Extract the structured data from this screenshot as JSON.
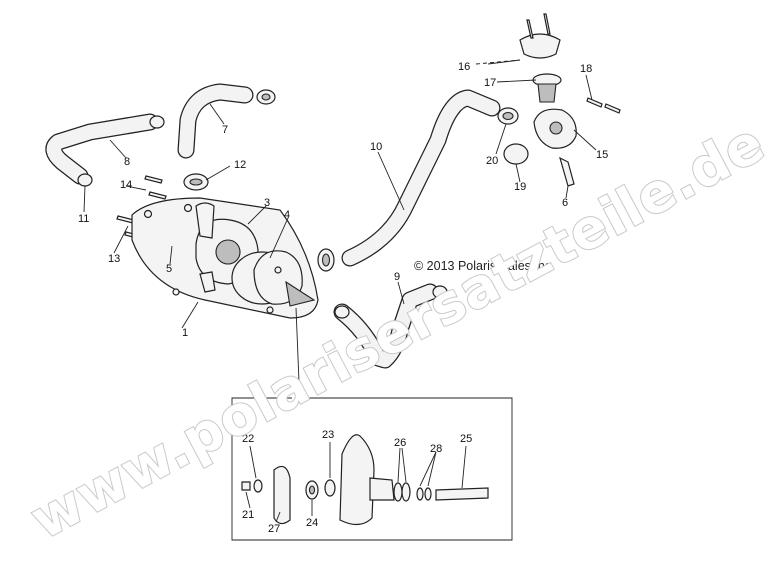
{
  "copyright": "© 2013 Polaris Sales Inc.",
  "watermark": "www.polarisersatzteile.de",
  "callouts": [
    "1",
    "2",
    "3",
    "4",
    "5",
    "6",
    "7",
    "8",
    "9",
    "10",
    "11",
    "12",
    "13",
    "14",
    "15",
    "16",
    "17",
    "18",
    "19",
    "20",
    "21",
    "22",
    "23",
    "24",
    "25",
    "26",
    "27",
    "28"
  ],
  "colors": {
    "line": "#222222",
    "watermark_outline": "#c9c9c9",
    "background": "#ffffff"
  }
}
